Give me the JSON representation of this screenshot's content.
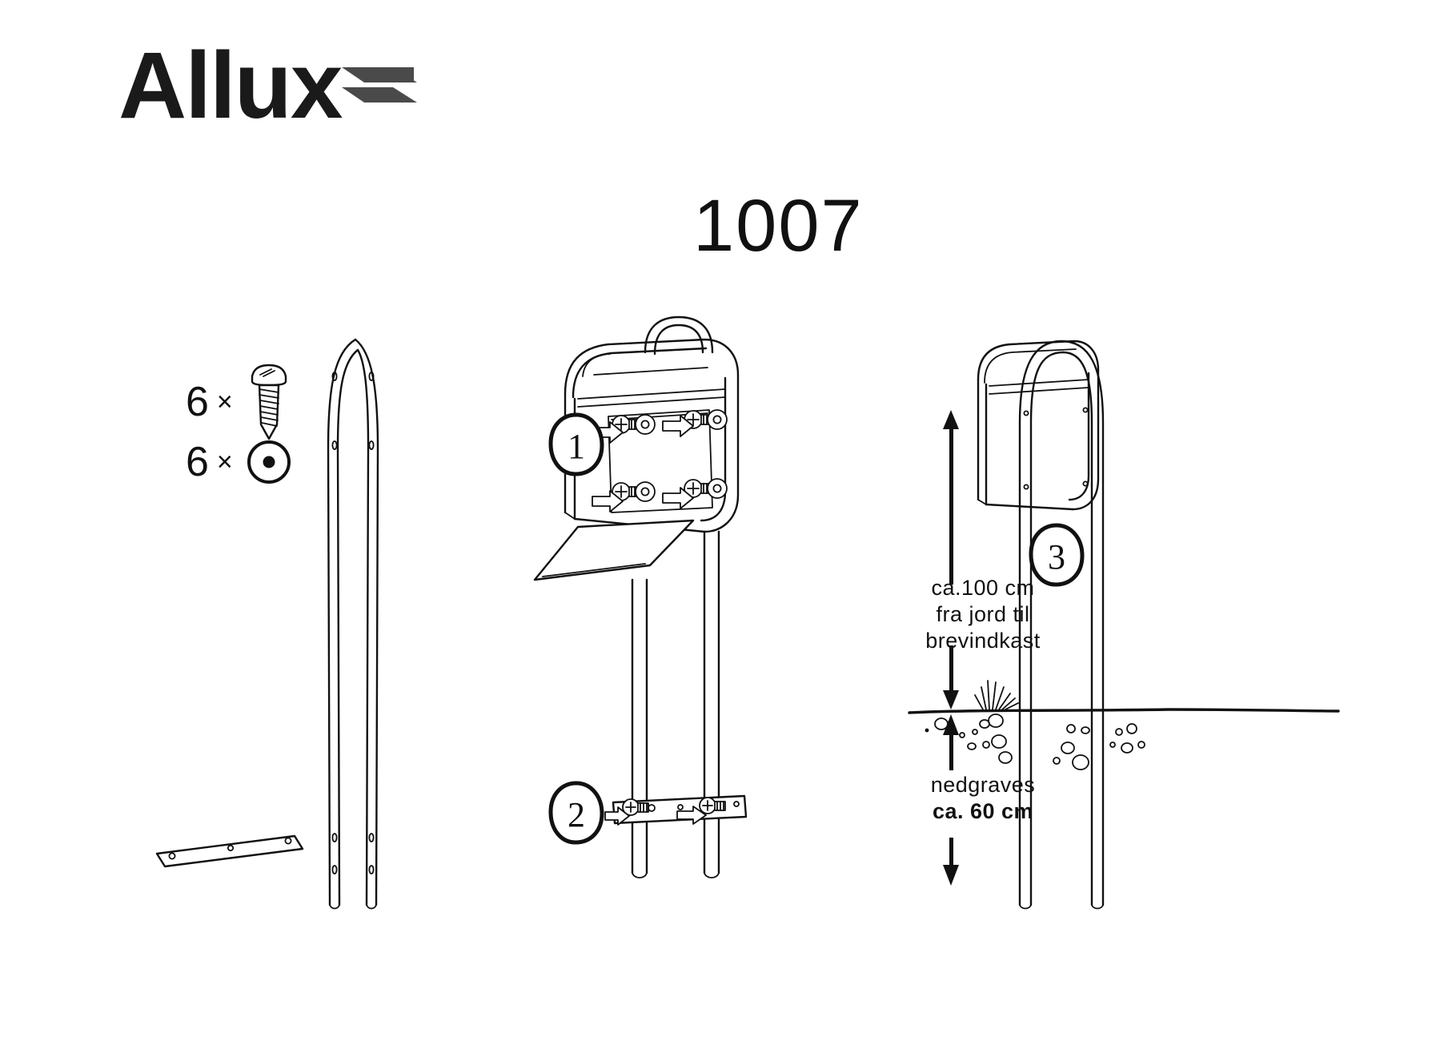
{
  "brand": {
    "name": "Allux",
    "mark_icon": "double-chevron-right-mark",
    "mark_color": "#4a4a4a",
    "word_color": "#1a1a1a"
  },
  "title": "1007",
  "parts_list": [
    {
      "count": "6",
      "times": "×",
      "item_icon": "pan-head-screw-icon",
      "item_name": "screw"
    },
    {
      "count": "6",
      "times": "×",
      "item_icon": "washer-icon",
      "item_name": "washer"
    }
  ],
  "steps": [
    {
      "number": "1",
      "label_icon": "circled-number-1"
    },
    {
      "number": "2",
      "label_icon": "circled-number-2"
    },
    {
      "number": "3",
      "label_icon": "circled-number-3"
    }
  ],
  "annotations": {
    "above_ground": {
      "line1": "ca.100 cm",
      "line2": "fra jord til",
      "line3": "brevindkast",
      "bold": false
    },
    "below_ground": {
      "line1": "nedgraves",
      "line2": "ca. 60 cm",
      "line2_bold": true
    }
  },
  "figures": {
    "post_bracket": "u-shaped-post-icon",
    "flat_plate": "flat-mounting-plate-icon",
    "mailbox": "mailbox-icon",
    "ground_line": "ground-line-icon",
    "grass": "grass-tuft-icon",
    "gravel": "gravel-stones-icon",
    "arrow_up_down": "measurement-arrow-icon"
  },
  "colors": {
    "ink": "#111111",
    "paper": "#ffffff",
    "logo_gray": "#4a4a4a"
  }
}
